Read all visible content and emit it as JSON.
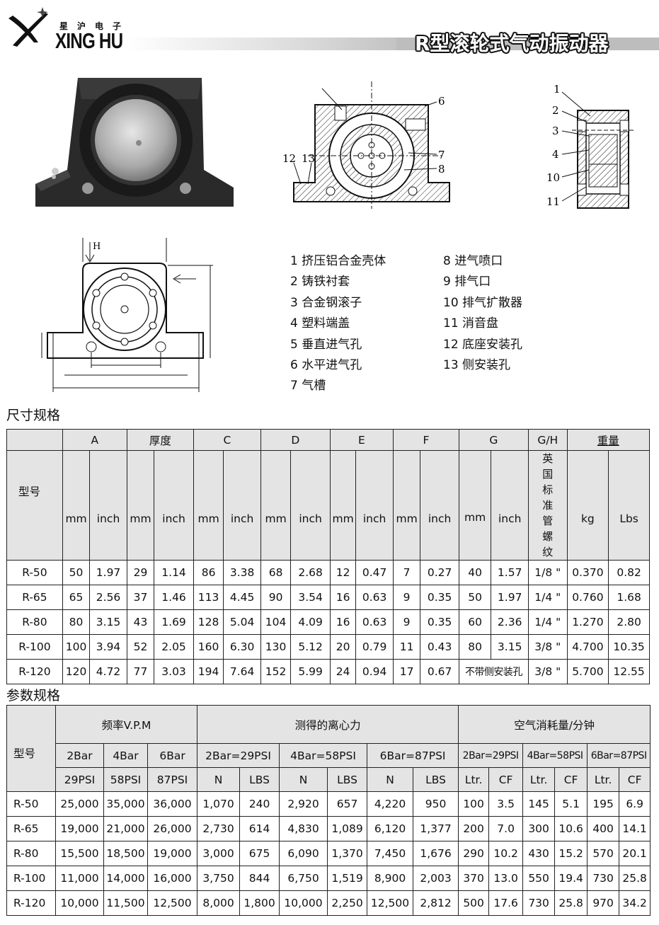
{
  "header": {
    "brand_cn": "星沪电子",
    "brand_en": "XING HU",
    "title": "R型滚轮式气动振动器"
  },
  "figures": {
    "section_labels": [
      "6",
      "7",
      "8",
      "12",
      "13"
    ],
    "exploded_labels": [
      "1",
      "2",
      "3",
      "4",
      "10",
      "11"
    ],
    "dimension_label_h": "H"
  },
  "parts": {
    "left": [
      "1 挤压铝合金壳体",
      "2 铸铁衬套",
      "3 合金钢滚子",
      "4 塑料端盖",
      "5 垂直进气孔",
      "6 水平进气孔",
      "7 气槽"
    ],
    "right": [
      "8 进气喷口",
      "9 排气口",
      "10 排气扩散器",
      "11 消音盘",
      "12 底座安装孔",
      "13 侧安装孔"
    ]
  },
  "dims": {
    "title": "尺寸规格",
    "group_headers": [
      "A",
      "厚度",
      "C",
      "D",
      "E",
      "F",
      "G",
      "G/H",
      "重量"
    ],
    "model_label": "型号",
    "unit_mm": "mm",
    "unit_inch": "inch",
    "gh_unit": "英国标准管螺纹",
    "unit_kg": "kg",
    "unit_lbs": "Lbs",
    "rows": [
      [
        "R-50",
        "50",
        "1.97",
        "29",
        "1.14",
        "86",
        "3.38",
        "68",
        "2.68",
        "12",
        "0.47",
        "7",
        "0.27",
        "40",
        "1.57",
        "1/8 \"",
        "0.370",
        "0.82"
      ],
      [
        "R-65",
        "65",
        "2.56",
        "37",
        "1.46",
        "113",
        "4.45",
        "90",
        "3.54",
        "16",
        "0.63",
        "9",
        "0.35",
        "50",
        "1.97",
        "1/4 \"",
        "0.760",
        "1.68"
      ],
      [
        "R-80",
        "80",
        "3.15",
        "43",
        "1.69",
        "128",
        "5.04",
        "104",
        "4.09",
        "16",
        "0.63",
        "9",
        "0.35",
        "60",
        "2.36",
        "1/4 \"",
        "1.270",
        "2.80"
      ],
      [
        "R-100",
        "100",
        "3.94",
        "52",
        "2.05",
        "160",
        "6.30",
        "130",
        "5.12",
        "20",
        "0.79",
        "11",
        "0.43",
        "80",
        "3.15",
        "3/8 \"",
        "4.700",
        "10.35"
      ]
    ],
    "last_row": [
      "R-120",
      "120",
      "4.72",
      "77",
      "3.03",
      "194",
      "7.64",
      "152",
      "5.99",
      "24",
      "0.94",
      "17",
      "0.67",
      "不带侧安装孔",
      "3/8 \"",
      "5.700",
      "12.55"
    ]
  },
  "params": {
    "title": "参数规格",
    "model_label": "型号",
    "groups": [
      "频率V.P.M",
      "测得的离心力",
      "空气消耗量/分钟"
    ],
    "freq_bar": [
      "2Bar",
      "4Bar",
      "6Bar"
    ],
    "freq_psi": [
      "29PSI",
      "58PSI",
      "87PSI"
    ],
    "force_pressure": [
      "2Bar=29PSI",
      "4Bar=58PSI",
      "6Bar=87PSI"
    ],
    "force_units": [
      "N",
      "LBS",
      "N",
      "LBS",
      "N",
      "LBS"
    ],
    "air_pressure": [
      "2Bar=29PSI",
      "4Bar=58PSI",
      "6Bar=87PSI"
    ],
    "air_units": [
      "Ltr.",
      "CF",
      "Ltr.",
      "CF",
      "Ltr.",
      "CF"
    ],
    "rows": [
      [
        "R-50",
        "25,000",
        "35,000",
        "36,000",
        "1,070",
        "240",
        "2,920",
        "657",
        "4,220",
        "950",
        "100",
        "3.5",
        "145",
        "5.1",
        "195",
        "6.9"
      ],
      [
        "R-65",
        "19,000",
        "21,000",
        "26,000",
        "2,730",
        "614",
        "4,830",
        "1,089",
        "6,120",
        "1,377",
        "200",
        "7.0",
        "300",
        "10.6",
        "400",
        "14.1"
      ],
      [
        "R-80",
        "15,500",
        "18,500",
        "19,000",
        "3,000",
        "675",
        "6,090",
        "1,370",
        "7,450",
        "1,676",
        "290",
        "10.2",
        "430",
        "15.2",
        "570",
        "20.1"
      ],
      [
        "R-100",
        "11,000",
        "14,000",
        "16,000",
        "3,750",
        "844",
        "6,750",
        "1,519",
        "8,900",
        "2,003",
        "370",
        "13.0",
        "550",
        "19.4",
        "730",
        "25.8"
      ],
      [
        "R-120",
        "10,000",
        "11,500",
        "12,500",
        "8,000",
        "1,800",
        "10,000",
        "2,250",
        "12,500",
        "2,812",
        "500",
        "17.6",
        "730",
        "25.8",
        "970",
        "34.2"
      ]
    ]
  }
}
